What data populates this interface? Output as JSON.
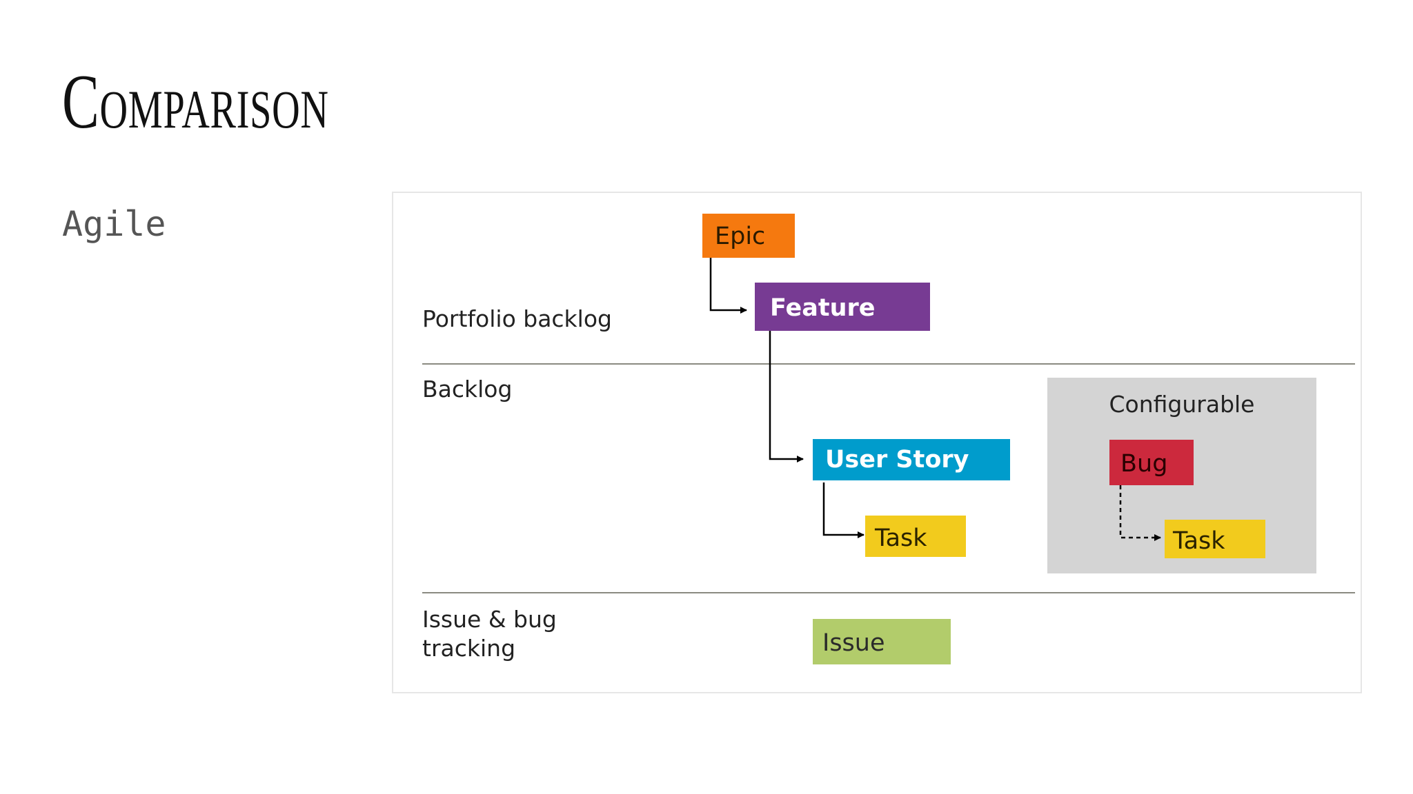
{
  "slide": {
    "title": "Comparison",
    "subtitle": "Agile"
  },
  "diagram": {
    "rows": [
      {
        "label_lines": [
          "Portfolio backlog"
        ]
      },
      {
        "label_lines": [
          "Backlog"
        ]
      },
      {
        "label_lines": [
          "Issue & bug",
          "tracking"
        ]
      }
    ],
    "group": {
      "label": "Configurable",
      "color": "#d4d4d4"
    },
    "items": [
      {
        "id": "epic",
        "label": "Epic",
        "color": "#f5790f",
        "text_color": "#2a1a00"
      },
      {
        "id": "feature",
        "label": "Feature",
        "color": "#773b93",
        "text_color": "#ffffff"
      },
      {
        "id": "user-story",
        "label": "User Story",
        "color": "#009ccc",
        "text_color": "#ffffff"
      },
      {
        "id": "task",
        "label": "Task",
        "color": "#f2cb1d",
        "text_color": "#2a2200"
      },
      {
        "id": "bug",
        "label": "Bug",
        "color": "#cc293d",
        "text_color": "#2a0000"
      },
      {
        "id": "bug-task",
        "label": "Task",
        "color": "#f2cb1d",
        "text_color": "#2a2200"
      },
      {
        "id": "issue",
        "label": "Issue",
        "color": "#b2cc6b",
        "text_color": "#2a2a2a"
      }
    ],
    "links": [
      {
        "from": "epic",
        "to": "feature",
        "style": "solid"
      },
      {
        "from": "feature",
        "to": "user-story",
        "style": "solid"
      },
      {
        "from": "user-story",
        "to": "task",
        "style": "solid"
      },
      {
        "from": "bug",
        "to": "bug-task",
        "style": "dashed"
      }
    ]
  }
}
